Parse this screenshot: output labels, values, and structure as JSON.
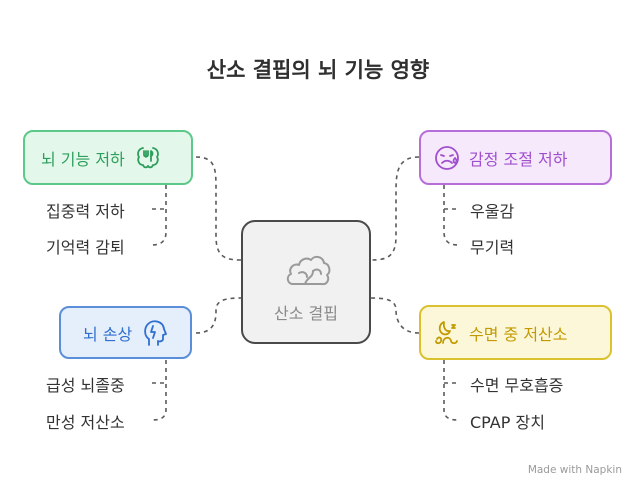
{
  "title": "산소 결핍의 뇌 기능 영향",
  "center": {
    "label": "산소 결핍",
    "icon": "cloud-brain-icon"
  },
  "branches": {
    "top_left": {
      "label": "뇌 기능 저하",
      "icon": "brain-food-icon",
      "color": "#2e9e5c",
      "items": [
        "집중력 저하",
        "기억력 감퇴"
      ]
    },
    "bottom_left": {
      "label": "뇌 손상",
      "icon": "head-lightning-icon",
      "color": "#2f6fcf",
      "items": [
        "급성 뇌졸중",
        "만성 저산소"
      ]
    },
    "top_right": {
      "label": "감정 조절 저하",
      "icon": "mood-face-icon",
      "color": "#a04fcf",
      "items": [
        "우울감",
        "무기력"
      ]
    },
    "bottom_right": {
      "label": "수면 중 저산소",
      "icon": "sleep-moon-icon",
      "color": "#c29a00",
      "items": [
        "수면 무호흡증",
        "CPAP 장치"
      ]
    }
  },
  "watermark": "Made with  Napkin"
}
